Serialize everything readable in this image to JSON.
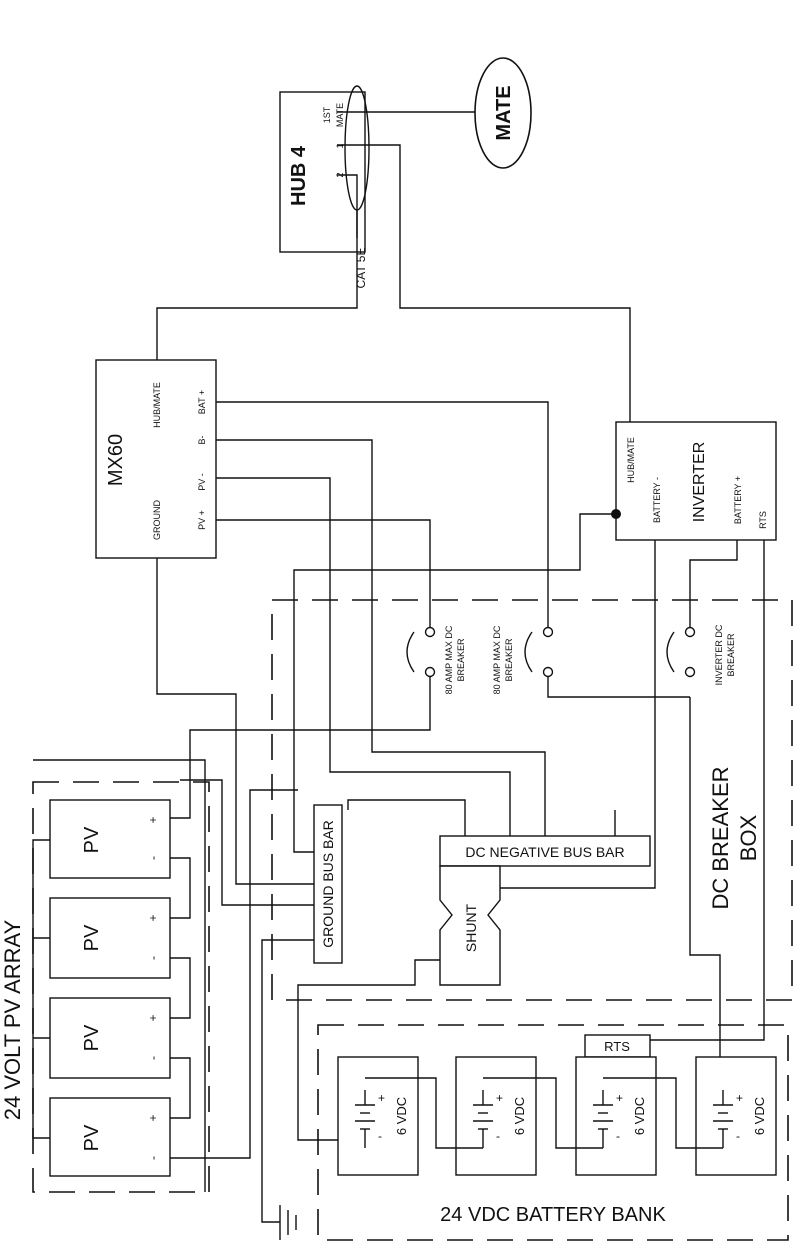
{
  "hub": {
    "title": "HUB 4",
    "port_mate": [
      "1ST",
      "MATE"
    ],
    "port1": "1",
    "port2": "2"
  },
  "mate": {
    "label": "MATE"
  },
  "cable": {
    "label": "CAT 5E"
  },
  "mx60": {
    "title": "MX60",
    "hub_mate": "HUB/MATE",
    "ground": "GROUND",
    "bat_pos": "BAT +",
    "b_neg": "B-",
    "pv_neg": "PV -",
    "pv_pos": "PV +"
  },
  "inverter": {
    "title": "INVERTER",
    "hub_mate": "HUB/MATE",
    "battery_neg": "BATTERY -",
    "battery_pos": "BATTERY +",
    "rts": "RTS"
  },
  "breakers": {
    "b1": [
      "80 AMP MAX DC",
      "BREAKER"
    ],
    "b2": [
      "80 AMP MAX DC",
      "BREAKER"
    ],
    "b3": [
      "INVERTER DC",
      "BREAKER"
    ]
  },
  "breaker_box": {
    "line1": "DC BREAKER",
    "line2": "BOX"
  },
  "neg_bus": {
    "label": "DC NEGATIVE BUS BAR"
  },
  "ground_bus": {
    "label": "GROUND BUS BAR"
  },
  "shunt": {
    "label": "SHUNT"
  },
  "pv_array": {
    "title": "24 VOLT PV ARRAY",
    "modules": [
      {
        "label": "PV",
        "plus": "+",
        "minus": "-"
      },
      {
        "label": "PV",
        "plus": "+",
        "minus": "-"
      },
      {
        "label": "PV",
        "plus": "+",
        "minus": "-"
      },
      {
        "label": "PV",
        "plus": "+",
        "minus": "-"
      }
    ]
  },
  "battery_bank": {
    "title": "24 VDC BATTERY BANK",
    "rts": "RTS",
    "batteries": [
      {
        "label": "6 VDC",
        "plus": "+",
        "minus": "-"
      },
      {
        "label": "6 VDC",
        "plus": "+",
        "minus": "-"
      },
      {
        "label": "6 VDC",
        "plus": "+",
        "minus": "-"
      },
      {
        "label": "6 VDC",
        "plus": "+",
        "minus": "-"
      }
    ]
  }
}
